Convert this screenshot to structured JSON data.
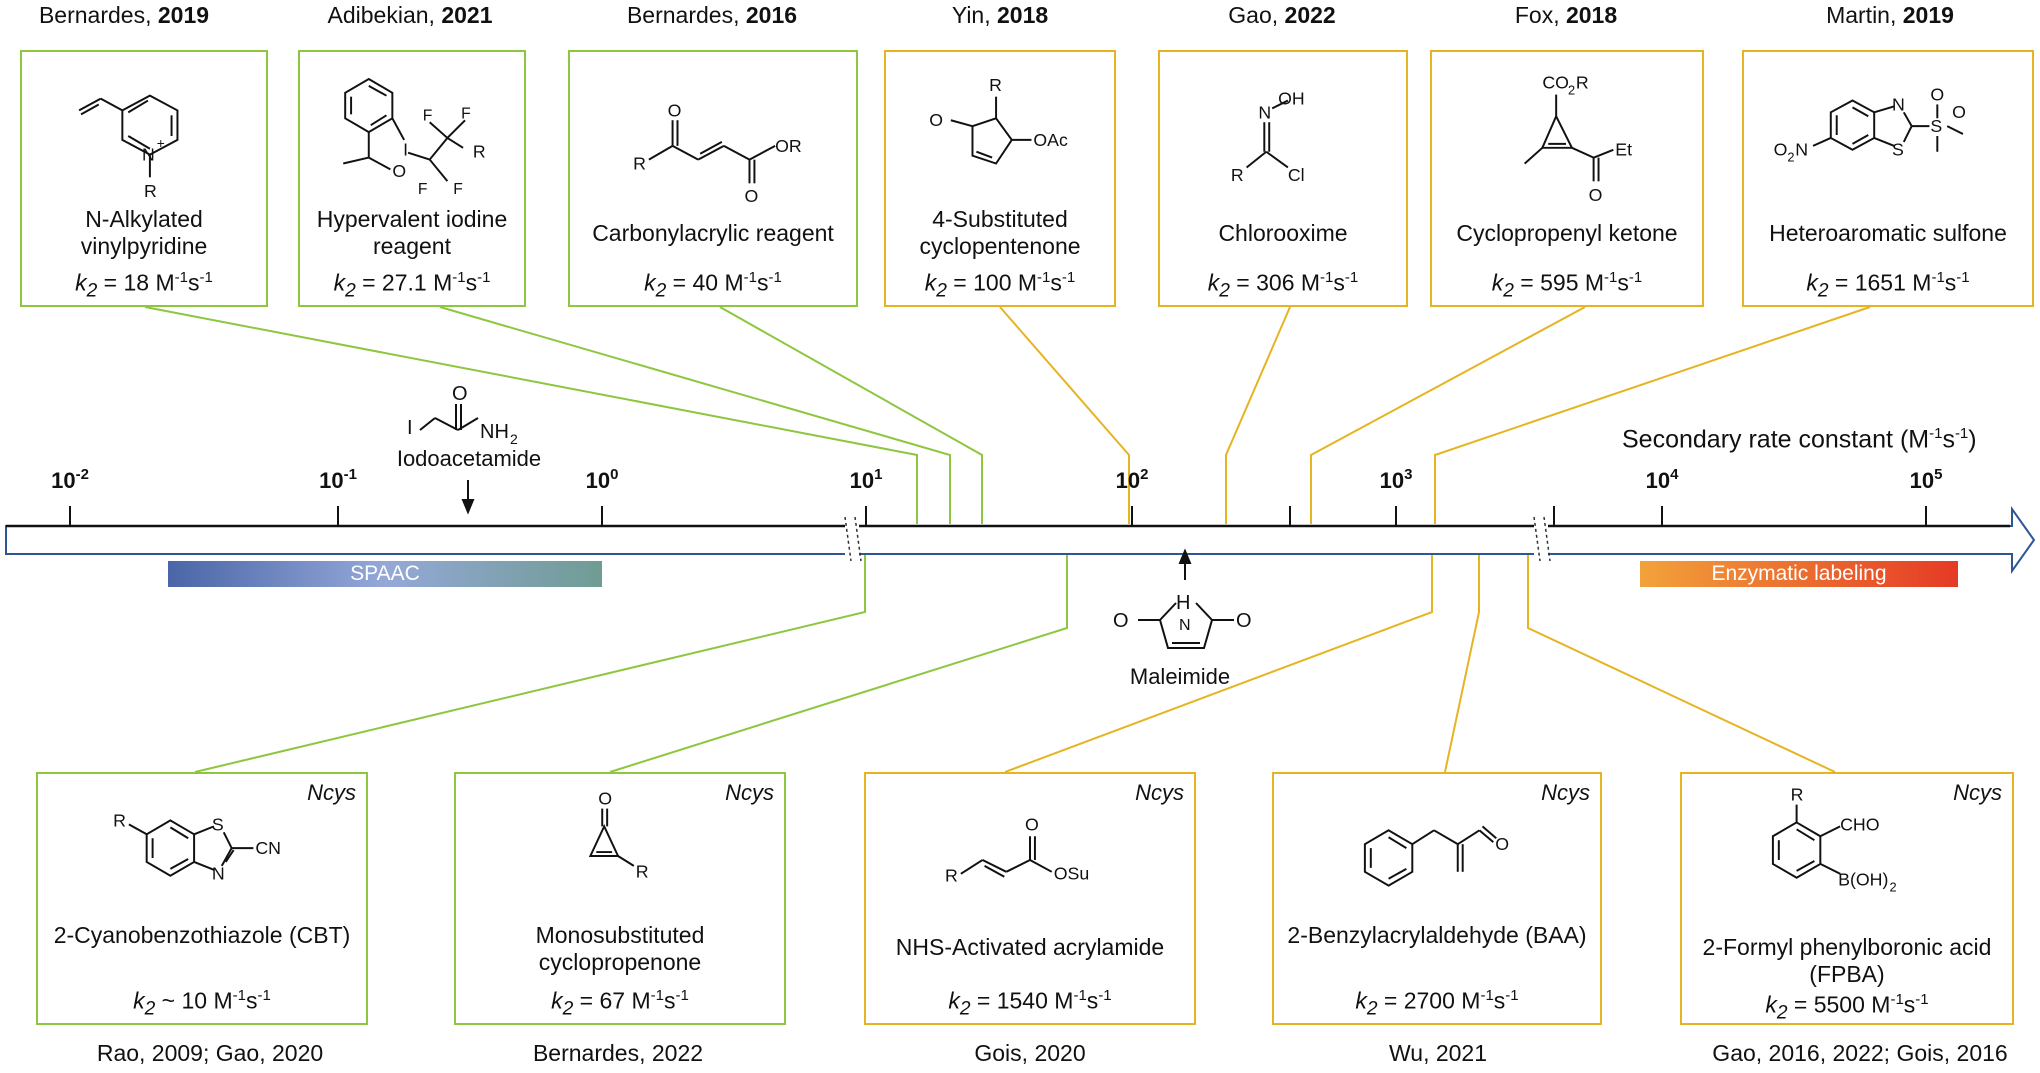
{
  "top_boxes": [
    {
      "citation_author": "Bernardes, ",
      "citation_year": "2019",
      "name": "N-Alkylated vinylpyridine",
      "k_text": " = 18 M",
      "k_tail": "s",
      "color": "#8dc63f"
    },
    {
      "citation_author": "Adibekian, ",
      "citation_year": "2021",
      "name": "Hypervalent iodine reagent",
      "k_text": " = 27.1 M",
      "k_tail": "s",
      "color": "#8dc63f"
    },
    {
      "citation_author": "Bernardes, ",
      "citation_year": "2016",
      "name": "Carbonylacrylic reagent",
      "k_text": " = 40 M",
      "k_tail": "s",
      "color": "#8dc63f"
    },
    {
      "citation_author": "Yin, ",
      "citation_year": "2018",
      "name": "4-Substituted cyclopentenone",
      "k_text": " = 100 M",
      "k_tail": "s",
      "color": "#e6b422"
    },
    {
      "citation_author": "Gao, ",
      "citation_year": "2022",
      "name": "Chlorooxime",
      "k_text": " = 306 M",
      "k_tail": "s",
      "color": "#e6b422"
    },
    {
      "citation_author": "Fox, ",
      "citation_year": "2018",
      "name": "Cyclopropenyl ketone",
      "k_text": " = 595 M",
      "k_tail": "s",
      "color": "#e6b422"
    },
    {
      "citation_author": "Martin, ",
      "citation_year": "2019",
      "name": "Heteroaromatic sulfone",
      "k_text": " = 1651 M",
      "k_tail": "s",
      "color": "#e6b422"
    }
  ],
  "bottom_boxes": [
    {
      "tag": "Ncys",
      "name": "2-Cyanobenzothiazole (CBT)",
      "k_text": " ~ 10 M",
      "k_tail": "s",
      "citation": "Rao, 2009; Gao, 2020",
      "color": "#8dc63f"
    },
    {
      "tag": "Ncys",
      "name": "Monosubstituted cyclopropenone",
      "k_text": " = 67 M",
      "k_tail": "s",
      "citation": "Bernardes, 2022",
      "color": "#8dc63f"
    },
    {
      "tag": "Ncys",
      "name": "NHS-Activated acrylamide",
      "k_text": " = 1540 M",
      "k_tail": "s",
      "citation": "Gois, 2020",
      "color": "#e6b422"
    },
    {
      "tag": "Ncys",
      "name": "2-Benzylacrylaldehyde (BAA)",
      "k_text": " = 2700 M",
      "k_tail": "s",
      "citation": "Wu, 2021",
      "color": "#e6b422"
    },
    {
      "tag": "Ncys",
      "name": "2-Formyl phenylboronic acid (FPBA)",
      "k_text": " = 5500 M",
      "k_tail": "s",
      "citation": "Gao, 2016, 2022; Gois, 2016",
      "color": "#e6b422"
    }
  ],
  "axis": {
    "title": "Secondary rate constant (M",
    "title_tail": "s",
    "title_end": ")",
    "ticks": [
      {
        "base": "10",
        "exp": "-2"
      },
      {
        "base": "10",
        "exp": "-1"
      },
      {
        "base": "10",
        "exp": "0"
      },
      {
        "base": "10",
        "exp": "1"
      },
      {
        "base": "10",
        "exp": "2"
      },
      {
        "base": "10",
        "exp": "3"
      },
      {
        "base": "10",
        "exp": "4"
      },
      {
        "base": "10",
        "exp": "5"
      }
    ]
  },
  "bands": {
    "spaac": "SPAAC",
    "enzymatic": "Enzymatic labeling"
  },
  "markers": {
    "iodoacetamide": "Iodoacetamide",
    "maleimide": "Maleimide"
  },
  "common": {
    "k_symbol": "k",
    "k_sub": "2",
    "minus1": "-1"
  }
}
